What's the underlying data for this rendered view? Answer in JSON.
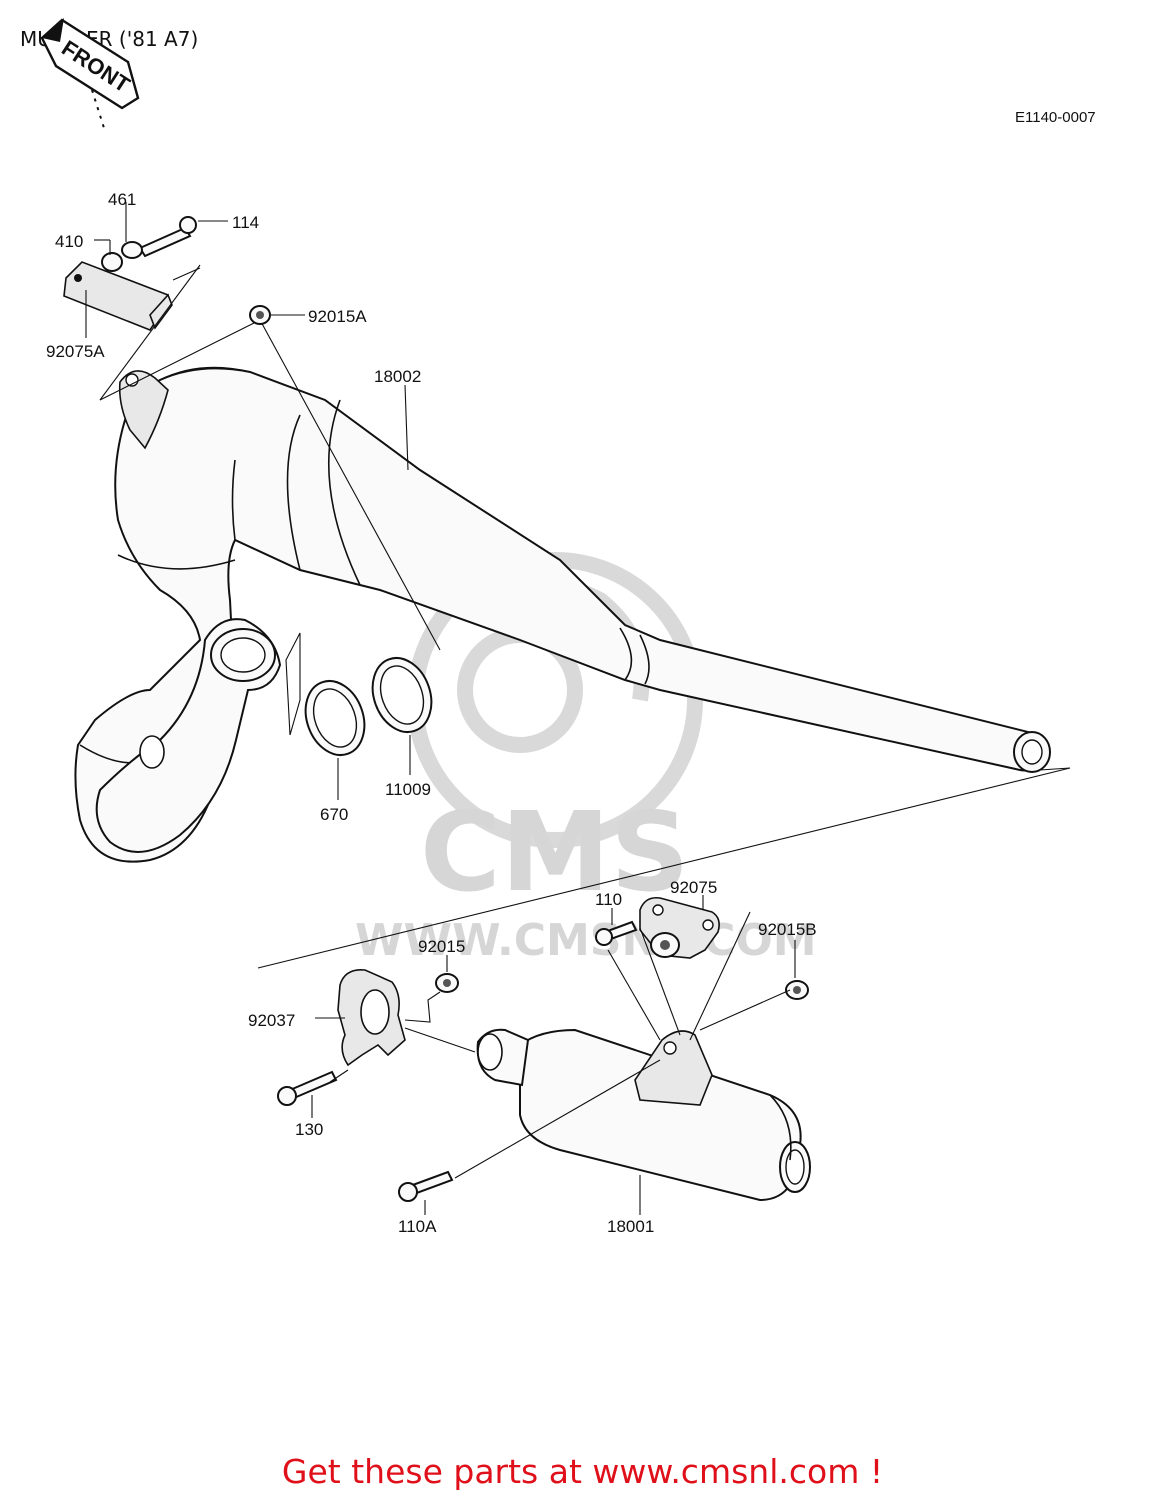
{
  "title": "MUFFLER ('81 A7)",
  "reference_code": "E1140-0007",
  "front_arrow_label": "FRONT",
  "watermark": {
    "text_main": "CMS",
    "text_url": "WWW.CMSNL.COM"
  },
  "parts": {
    "p461": "461",
    "p114": "114",
    "p410": "410",
    "p92075A": "92075A",
    "p92015A": "92015A",
    "p18002": "18002",
    "p670": "670",
    "p11009": "11009",
    "p110": "110",
    "p92075": "92075",
    "p92015B": "92015B",
    "p92015": "92015",
    "p92037": "92037",
    "p130": "130",
    "p110A": "110A",
    "p18001": "18001"
  },
  "footer_text": "Get these parts at www.cmsnl.com !",
  "colors": {
    "footer": "#e0101a",
    "line": "#111111",
    "watermark": "#d9d9d9"
  }
}
